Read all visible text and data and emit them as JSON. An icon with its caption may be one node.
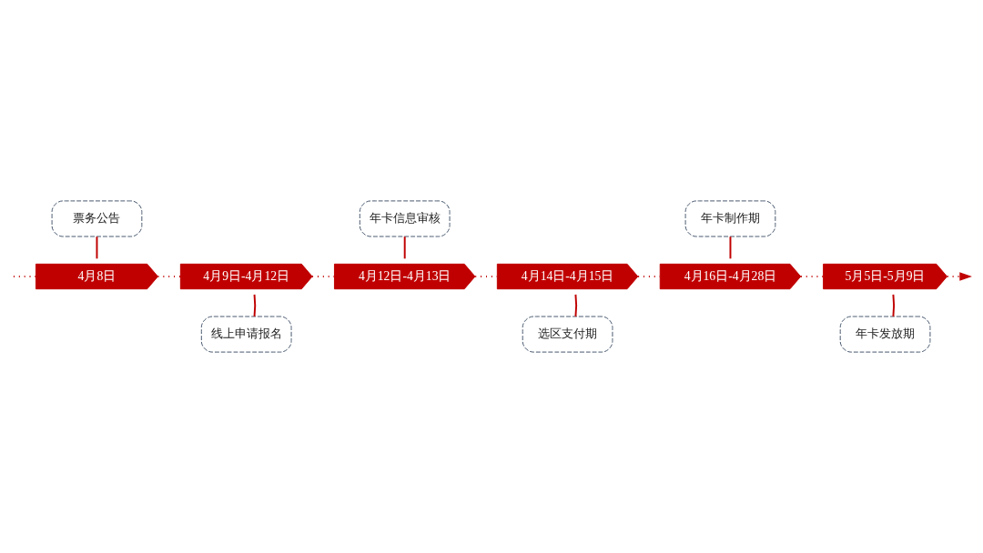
{
  "diagram": {
    "nodes": [
      {
        "text": [
          "4月8日"
        ]
      },
      {
        "text": [
          "4月9日-4月12日"
        ]
      },
      {
        "text": [
          "4月12日-4月13日"
        ]
      },
      {
        "text": [
          "4月14日-4月15日"
        ]
      },
      {
        "text": [
          "4月16日-4月28日"
        ]
      },
      {
        "text": [
          "5月5日-5月9日"
        ]
      },
      {
        "text": [
          "票务公告"
        ]
      },
      {
        "text": [
          "线上申请报名"
        ]
      },
      {
        "text": [
          "年卡信息审核"
        ]
      },
      {
        "text": [
          "选区支付期"
        ]
      },
      {
        "text": [
          "年卡制作期"
        ]
      },
      {
        "text": [
          "年卡发放期"
        ]
      }
    ],
    "edges": [
      {
        "from": null,
        "to": 0,
        "arrow": "none",
        "style": "dashed"
      },
      {
        "from": 0,
        "to": 1,
        "arrow": "none",
        "style": "dashed"
      },
      {
        "from": 1,
        "to": 2,
        "arrow": "none",
        "style": "dashed"
      },
      {
        "from": 2,
        "to": 3,
        "arrow": "none",
        "style": "dashed"
      },
      {
        "from": 3,
        "to": 4,
        "arrow": "none",
        "style": "dashed"
      },
      {
        "from": 4,
        "to": 5,
        "arrow": "none",
        "style": "dashed"
      },
      {
        "from": 5,
        "to": null,
        "arrow": "to",
        "style": "dashed"
      },
      {
        "from": 6,
        "to": 0,
        "arrow": "none"
      },
      {
        "from": 7,
        "to": 1,
        "arrow": "none"
      },
      {
        "from": 8,
        "to": 2,
        "arrow": "none"
      },
      {
        "from": 9,
        "to": 3,
        "arrow": "none"
      },
      {
        "from": 10,
        "to": 4,
        "arrow": "none"
      },
      {
        "from": 11,
        "to": 5,
        "arrow": "none"
      }
    ]
  }
}
